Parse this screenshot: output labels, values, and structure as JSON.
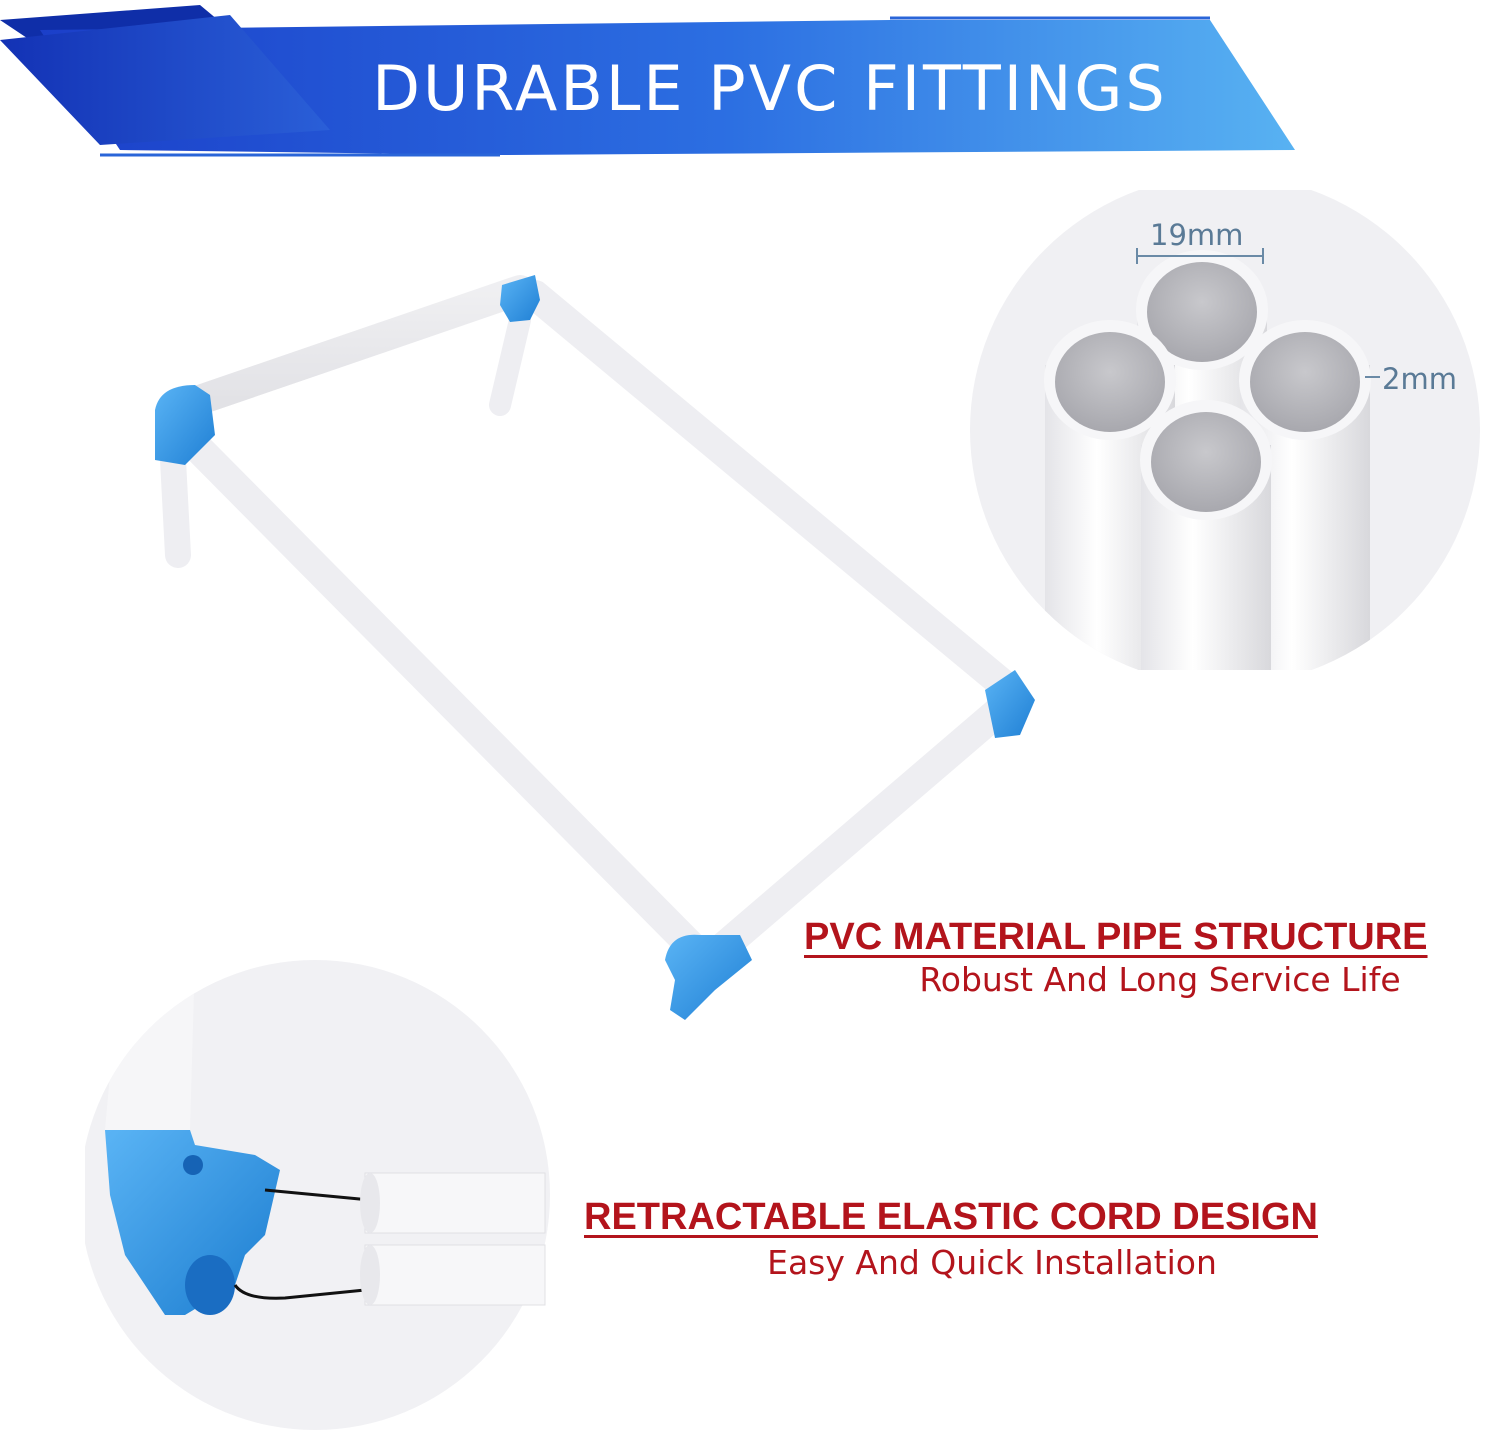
{
  "banner": {
    "title": "DURABLE PVC FITTINGS"
  },
  "pipe_detail": {
    "diameter_label": "19mm",
    "wall_label": "2mm"
  },
  "features": [
    {
      "heading": "PVC MATERIAL PIPE STRUCTURE",
      "subtitle": "Robust And Long Service Life"
    },
    {
      "heading": "RETRACTABLE ELASTIC CORD DESIGN",
      "subtitle": "Easy And Quick Installation"
    }
  ],
  "colors": {
    "banner_blue": "#1f4fd6",
    "banner_light": "#4aa3f0",
    "fitting_blue": "#2f8fe0",
    "pipe_white": "#f4f4f6",
    "text_red": "#b3141c",
    "dim_gray": "#5a7a96"
  }
}
